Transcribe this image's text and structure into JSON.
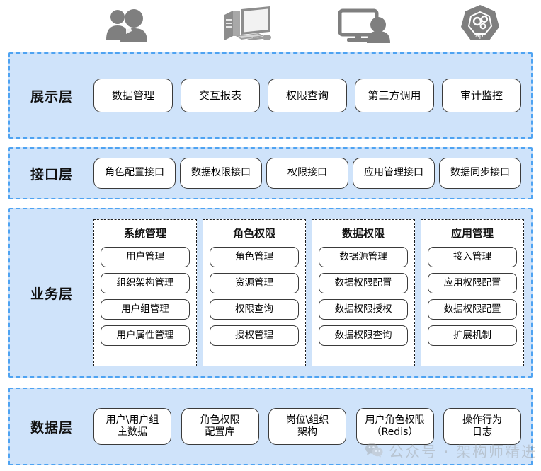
{
  "top_icons": [
    {
      "name": "users-icon",
      "label": "users"
    },
    {
      "name": "desktop-computer-icon",
      "label": "desktop computer"
    },
    {
      "name": "workstation-user-icon",
      "label": "monitor with user"
    },
    {
      "name": "api-icon",
      "label": "api"
    }
  ],
  "api_icon_text": "api",
  "layers": {
    "presentation": {
      "label": "展示层",
      "nodes": [
        "数据管理",
        "交互报表",
        "权限查询",
        "第三方调用",
        "审计监控"
      ]
    },
    "interface": {
      "label": "接口层",
      "nodes": [
        "角色配置接口",
        "数据权限接口",
        "权限接口",
        "应用管理接口",
        "数据同步接口"
      ]
    },
    "business": {
      "label": "业务层",
      "groups": [
        {
          "title": "系统管理",
          "nodes": [
            "用户管理",
            "组织架构管理",
            "用户组管理",
            "用户属性管理"
          ]
        },
        {
          "title": "角色权限",
          "nodes": [
            "角色管理",
            "资源管理",
            "权限查询",
            "授权管理"
          ]
        },
        {
          "title": "数据权限",
          "nodes": [
            "数据源管理",
            "数据权限配置",
            "数据权限授权",
            "数据权限查询"
          ]
        },
        {
          "title": "应用管理",
          "nodes": [
            "接入管理",
            "应用权限配置",
            "数据权限配置",
            "扩展机制"
          ]
        }
      ]
    },
    "data": {
      "label": "数据层",
      "nodes": [
        "用户\\用户组\n主数据",
        "角色权限\n配置库",
        "岗位\\组织\n架构",
        "用户角色权限\n（Redis）",
        "操作行为\n日志"
      ]
    }
  },
  "watermark": {
    "icon": "wechat-icon",
    "text": "公众号 · 架构师精进"
  },
  "colors": {
    "panel_background": "#cfe3fa",
    "panel_border": "#4ea3f2",
    "node_border": "#3a3a3a",
    "node_background": "#ffffff",
    "icon_gray": "#7f7f7f",
    "text": "#000000"
  }
}
